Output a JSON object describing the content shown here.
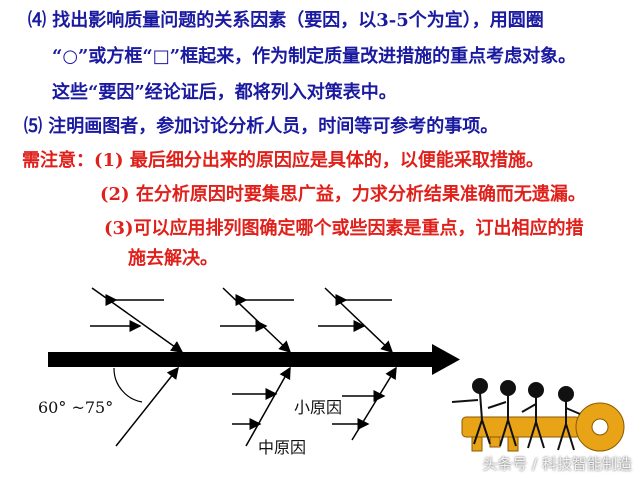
{
  "text": {
    "l1": "⑷ 找出影响质量问题的关系因素（要因，以3-5个为宜），用圆圈",
    "l2": "“○”或方框“□”框起来，作为制定质量改进措施的重点考虑对象。",
    "l3": "这些“要因”经论证后，都将列入对策表中。",
    "l4": "⑸ 注明画图者，参加讨论分析人员，时间等可参考的事项。",
    "l5": "需注意：(1) 最后细分出来的原因应是具体的，以便能采取措施。",
    "l6": "(2) 在分析原因时要集思广益，力求分析结果准确而无遗漏。",
    "l7": "(3)可以应用排列图确定哪个或些因素是重点，订出相应的措",
    "l8": "施去解决。"
  },
  "diagram": {
    "angle_label": "60° ~75°",
    "small_cause_label": "小原因",
    "medium_cause_label": "中原因"
  },
  "watermark": "头条号 / 科技智能制造",
  "colors": {
    "blue": "#1a1aa0",
    "red": "#e0201a",
    "key": "#e8a317"
  }
}
